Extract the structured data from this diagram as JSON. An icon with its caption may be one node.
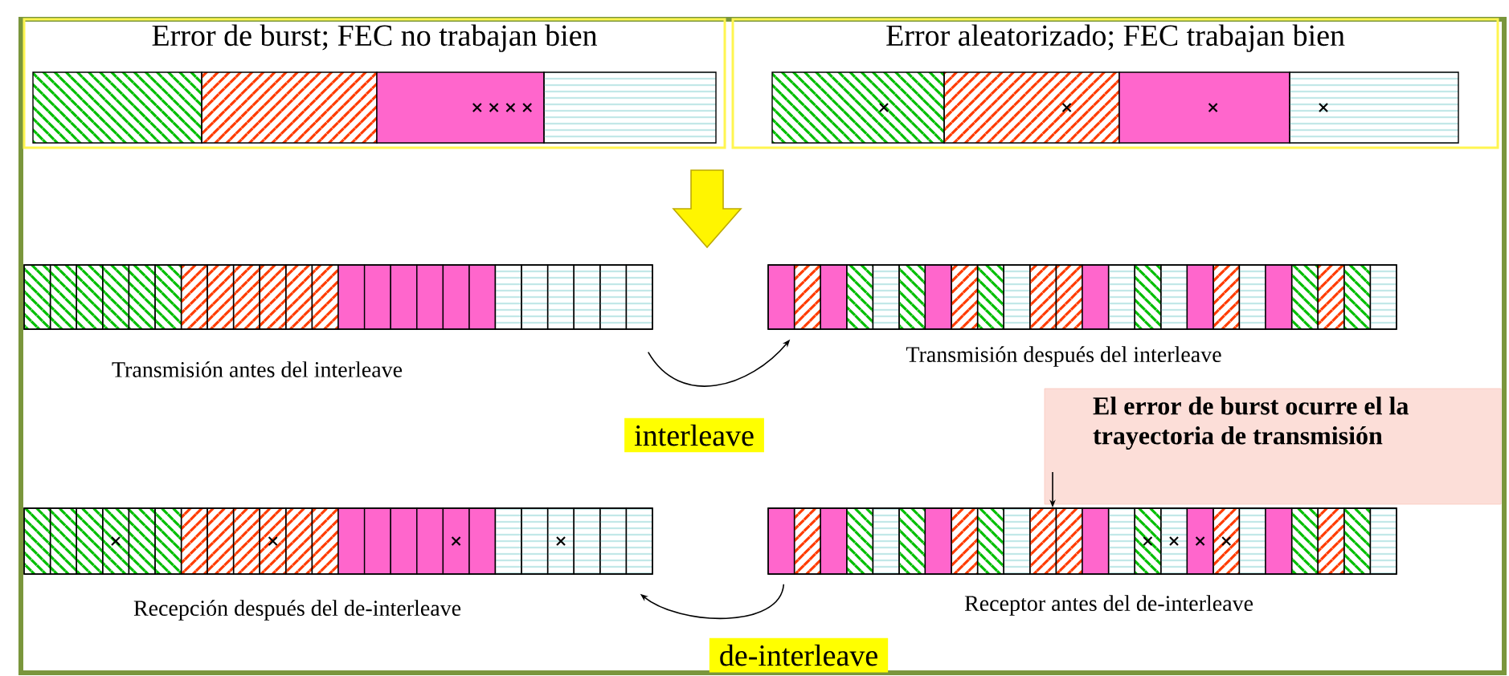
{
  "diagram": {
    "nodes": [
      {
        "text": [
          "Error de burst; FEC no trabajan bien"
        ]
      },
      {
        "text": [
          "Error aleatorizado; FEC trabajan bien"
        ]
      },
      {
        "text": [],
        "shape": "bar",
        "beside": [
          "Transmisión antes del interleave"
        ]
      },
      {
        "text": [],
        "shape": "bar",
        "beside": [
          "Transmisión después del interleave"
        ]
      },
      {
        "text": [
          "El error de burst ocurre el la trayectoria de transmisión"
        ]
      },
      {
        "text": [],
        "shape": "bar",
        "beside": [
          "Recepción después del de-interleave"
        ]
      },
      {
        "text": [],
        "shape": "bar",
        "beside": [
          "Receptor antes del de-interleave"
        ]
      }
    ],
    "edges": [
      {
        "from": 2,
        "to": 3,
        "arrow": "to",
        "label": "interleave"
      },
      {
        "from": 6,
        "to": 5,
        "arrow": "to",
        "label": "de-interleave"
      },
      {
        "from": 4,
        "to": 6,
        "arrow": "to"
      }
    ]
  }
}
